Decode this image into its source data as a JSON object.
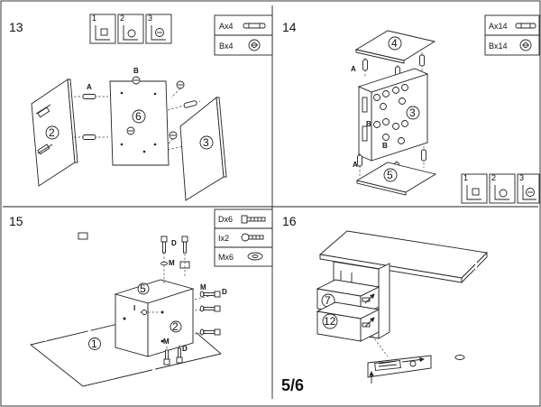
{
  "page": {
    "number": "5/6"
  },
  "steps": [
    {
      "number": "13",
      "legend": [
        {
          "label": "Ax4",
          "icon": "wooden-dowel-icon"
        },
        {
          "label": "Bx4",
          "icon": "cam-lock-nut-icon"
        }
      ],
      "callouts": [
        "A",
        "B"
      ],
      "parts": [
        "2",
        "6",
        "3"
      ],
      "tips": [
        "1",
        "2",
        "3"
      ]
    },
    {
      "number": "14",
      "legend": [
        {
          "label": "Ax14",
          "icon": "wooden-dowel-icon"
        },
        {
          "label": "Bx14",
          "icon": "cam-lock-nut-icon"
        }
      ],
      "callouts": [
        "A",
        "B",
        "B",
        "A"
      ],
      "parts": [
        "4",
        "3",
        "5"
      ],
      "tips": [
        "1",
        "2",
        "3"
      ]
    },
    {
      "number": "15",
      "legend": [
        {
          "label": "Dx6",
          "icon": "bolt-icon"
        },
        {
          "label": "Ix2",
          "icon": "bolt-icon"
        },
        {
          "label": "Mx6",
          "icon": "washer-icon"
        }
      ],
      "callouts": [
        "D",
        "M",
        "M",
        "D",
        "I",
        "M",
        "D"
      ],
      "parts": [
        "5",
        "2",
        "1"
      ]
    },
    {
      "number": "16",
      "parts": [
        "7",
        "12"
      ]
    }
  ]
}
